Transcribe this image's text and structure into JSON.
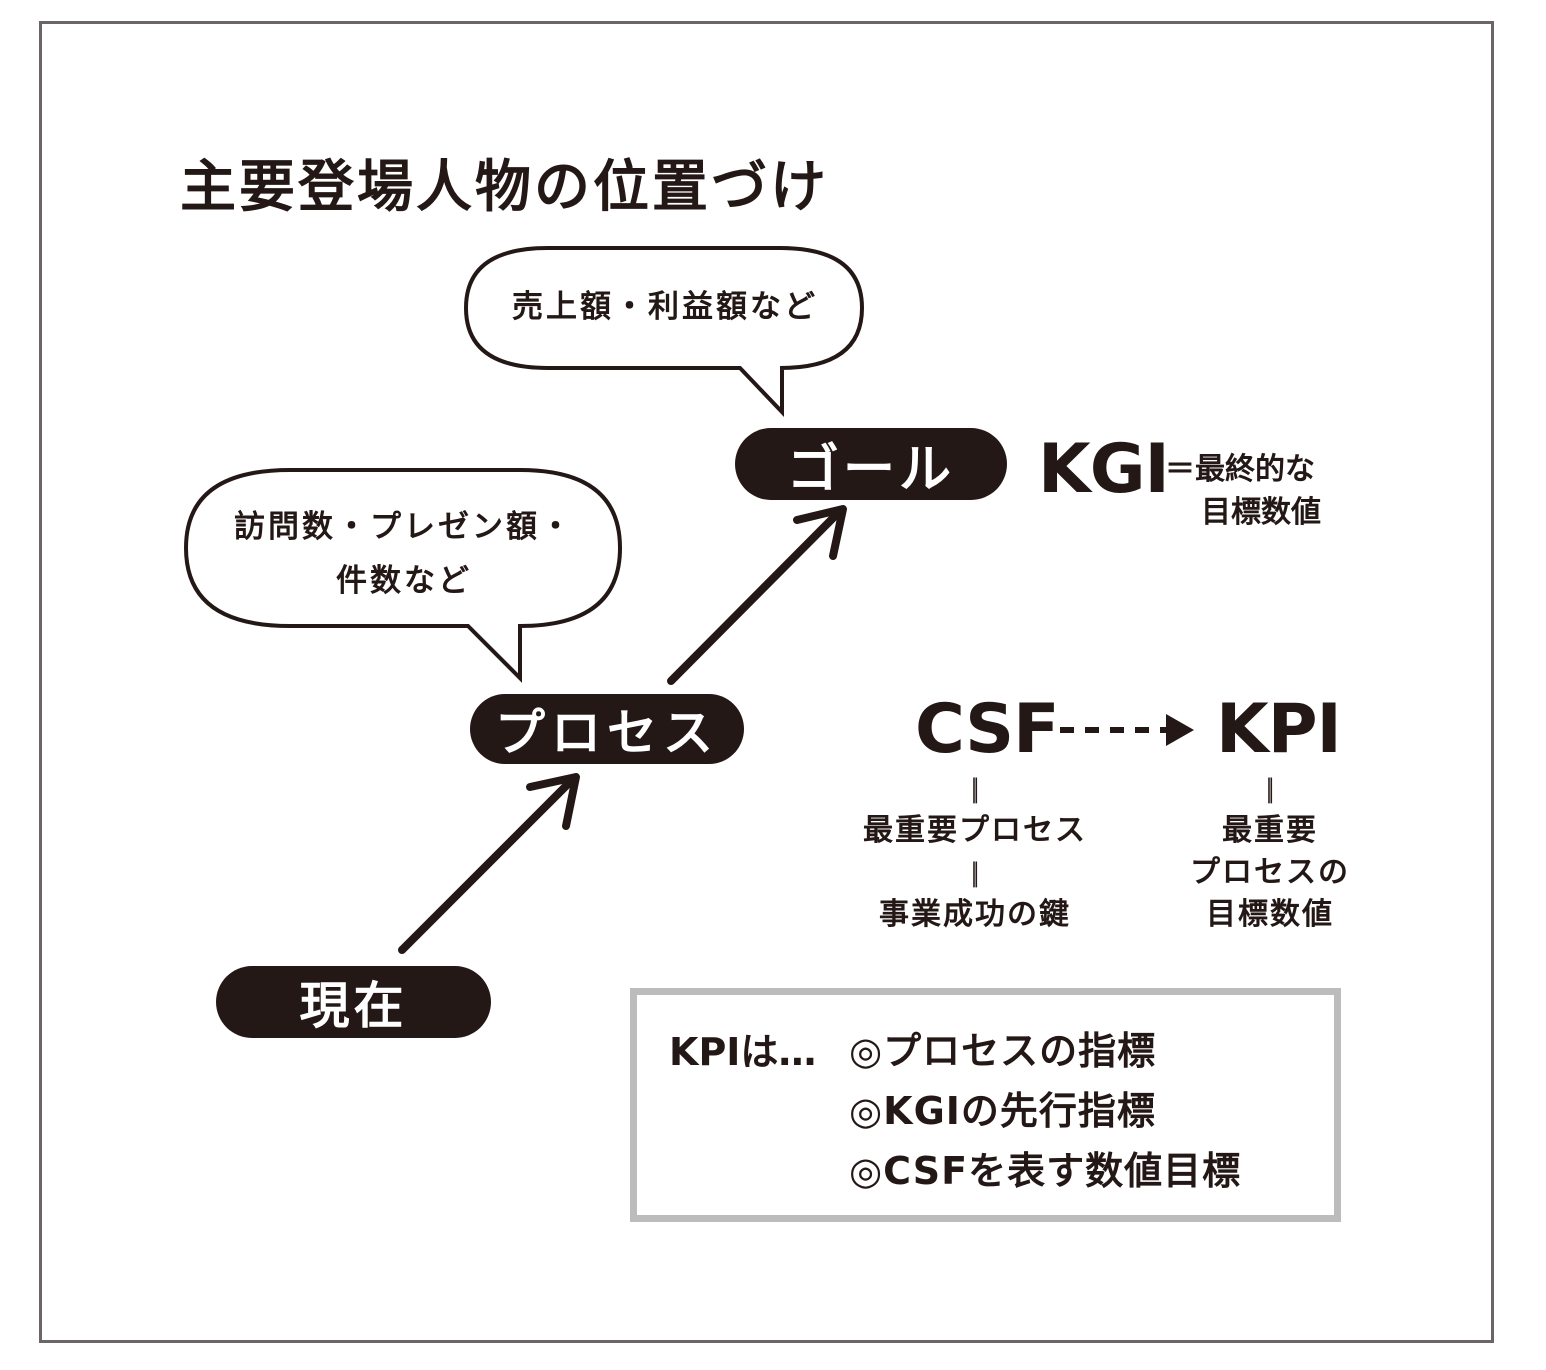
{
  "title": "主要登場人物の位置づけ",
  "nodes": {
    "goal": "ゴール",
    "process": "プロセス",
    "now": "現在"
  },
  "bubbles": {
    "goal_example": "売上額・利益額など",
    "process_example_line1": "訪問数・プレゼン額・",
    "process_example_line2": "件数など"
  },
  "kgi": {
    "label": "KGI",
    "desc_line1": "＝最終的な",
    "desc_line2": "目標数値"
  },
  "csf": {
    "label": "CSF",
    "eq1": "＝",
    "line1": "最重要プロセス",
    "eq2": "＝",
    "line2": "事業成功の鍵"
  },
  "kpi": {
    "label": "KPI",
    "eq1": "＝",
    "line1": "最重要",
    "line2": "プロセスの",
    "line3": "目標数値"
  },
  "kpi_box": {
    "lead": "KPIは…",
    "items": [
      "◎プロセスの指標",
      "◎KGIの先行指標",
      "◎CSFを表す数値目標"
    ]
  },
  "colors": {
    "ink": "#231815",
    "frame": "#6b6566",
    "box_border": "#bdbcbc",
    "background": "#ffffff"
  }
}
